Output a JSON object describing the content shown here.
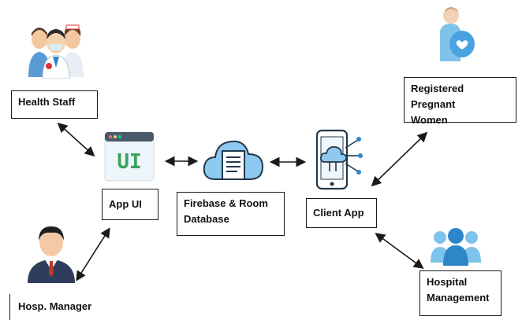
{
  "nodes": {
    "health_staff": "Health Staff",
    "registered_pregnant_women": "Registered Pregnant\nWomen",
    "app_ui": "App UI",
    "database": "Firebase & Room\nDatabase",
    "client_app": "Client App",
    "hosp_manager": "Hosp. Manager",
    "hospital_management": "Hospital\nManagement"
  },
  "ui_icon_text": "UI",
  "colors": {
    "arrow": "#1a1a1a",
    "accent_blue": "#2e86c9",
    "ui_green": "#3aa35a"
  },
  "icons": [
    "health-staff-icon",
    "pregnant-woman-icon",
    "ui-window-icon",
    "cloud-document-icon",
    "smartphone-cloud-icon",
    "manager-icon",
    "people-group-icon"
  ]
}
